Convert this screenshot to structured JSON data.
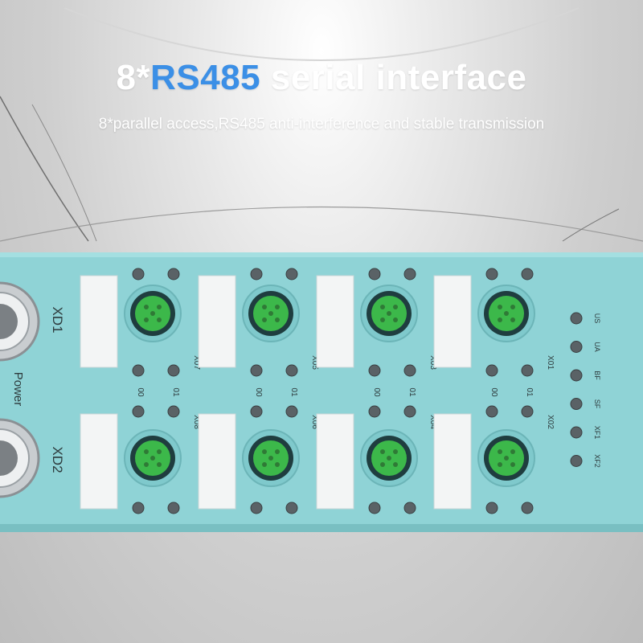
{
  "title": {
    "prefix": "8*",
    "highlight": "RS485",
    "suffix": " serial interface",
    "highlight_color": "#3b8fe6"
  },
  "subtitle": "8*parallel access,RS485 anti-interference and stable transmission",
  "device": {
    "body_color": "#8fd3d6",
    "connector_color": "#3cb84a",
    "ports_left": [
      "XD1",
      "XD2"
    ],
    "power_label": "Power",
    "ports_top": [
      "X07",
      "X05",
      "X03",
      "X01"
    ],
    "ports_bottom": [
      "X08",
      "X06",
      "X04",
      "X02"
    ],
    "channel_labels": [
      "00",
      "01"
    ],
    "status_leds": [
      "US",
      "UA",
      "BF",
      "SF",
      "XF1",
      "XF2"
    ]
  }
}
